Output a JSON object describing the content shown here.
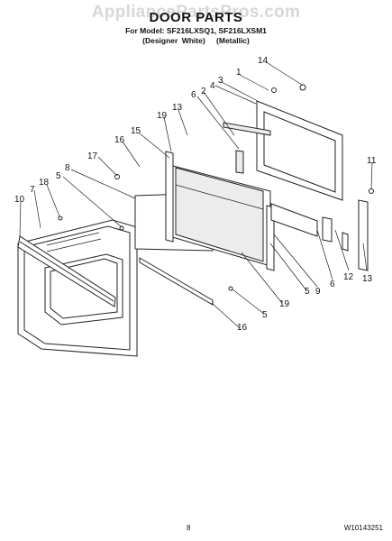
{
  "watermark": "AppliancePartsPros.com",
  "title": "DOOR PARTS",
  "subtitle": "For Model: SF216LXSQ1, SF216LXSM1",
  "variants": [
    "(Designer White)",
    "(Metallic)"
  ],
  "footer": {
    "page": "8",
    "code": "W10143251"
  },
  "callouts": [
    "14",
    "1",
    "6",
    "2",
    "4",
    "3",
    "13",
    "19",
    "15",
    "16",
    "17",
    "8",
    "5",
    "18",
    "7",
    "10",
    "11",
    "12",
    "6",
    "13",
    "9",
    "5",
    "19",
    "5",
    "16"
  ]
}
